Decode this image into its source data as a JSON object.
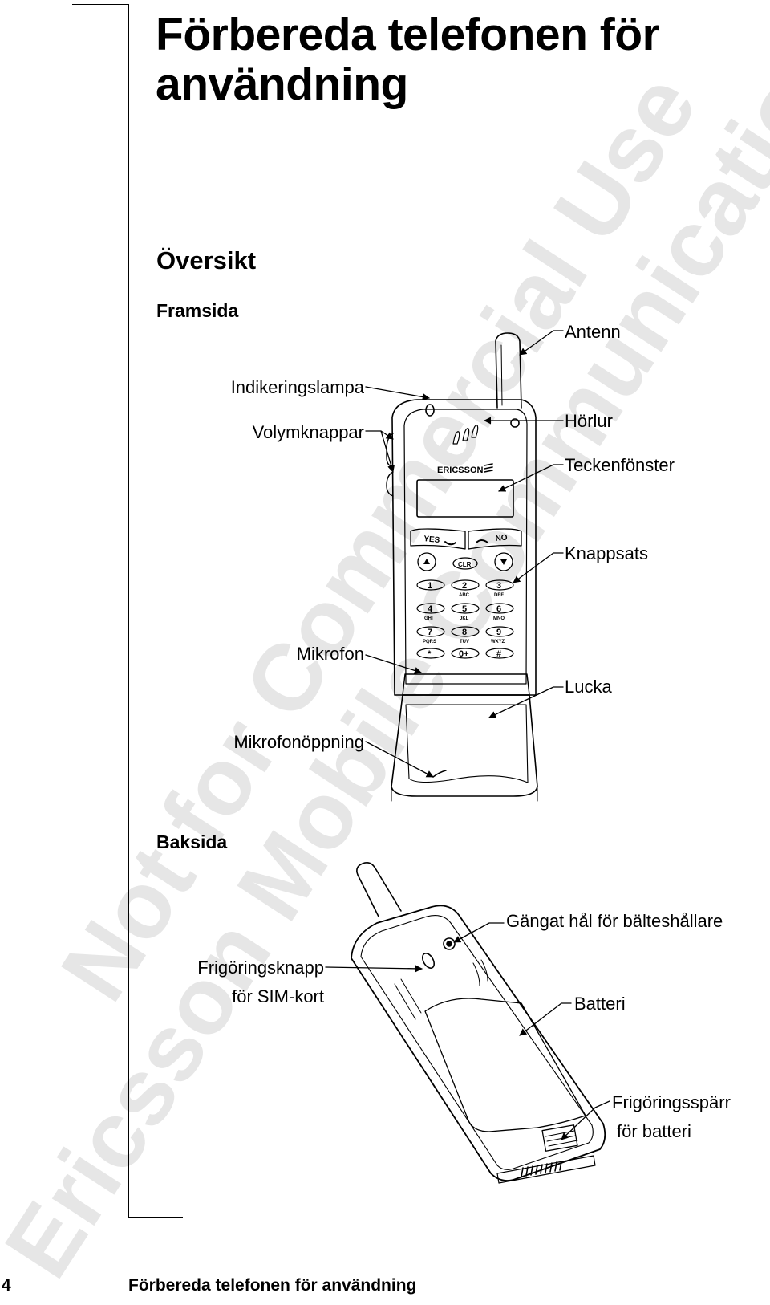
{
  "page": {
    "title_line1": "Förbereda telefonen för",
    "title_line2": "användning",
    "section_heading": "Översikt",
    "front_heading": "Framsida",
    "back_heading": "Baksida",
    "footer_page_number": "4",
    "footer_title": "Förbereda telefonen för användning"
  },
  "front_labels": {
    "antenn": "Antenn",
    "indikeringslampa": "Indikeringslampa",
    "horlur": "Hörlur",
    "volymknappar": "Volymknappar",
    "teckenfonster": "Teckenfönster",
    "knappsats": "Knappsats",
    "mikrofon": "Mikrofon",
    "lucka": "Lucka",
    "mikrofonoppning": "Mikrofonöppning"
  },
  "back_labels": {
    "gangat_hal": "Gängat hål för bälteshållare",
    "frigoringsknapp_l1": "Frigöringsknapp",
    "frigoringsknapp_l2": "för SIM-kort",
    "batteri": "Batteri",
    "frigoringssparr_l1": "Frigöringsspärr",
    "frigoringssparr_l2": "för batteri"
  },
  "phone": {
    "brand": "ERICSSON",
    "keys": {
      "yes": "YES",
      "no": "NO",
      "clr": "CLR",
      "k1": "1",
      "k2": "2",
      "k3": "3",
      "k4": "4",
      "k5": "5",
      "k6": "6",
      "k7": "7",
      "k8": "8",
      "k9": "9",
      "kstar": "*",
      "k0": "0+",
      "khash": "#",
      "s2": "ABC",
      "s3": "DEF",
      "s4": "GHI",
      "s5": "JKL",
      "s6": "MNO",
      "s7": "PQRS",
      "s8": "TUV",
      "s9": "WXYZ"
    }
  },
  "watermark": {
    "line1": "Not for Commercial Use",
    "line2": "Ericsson Mobile Communications AB"
  },
  "colors": {
    "text": "#000000",
    "watermark": "#e6e6e6",
    "background": "#ffffff"
  }
}
